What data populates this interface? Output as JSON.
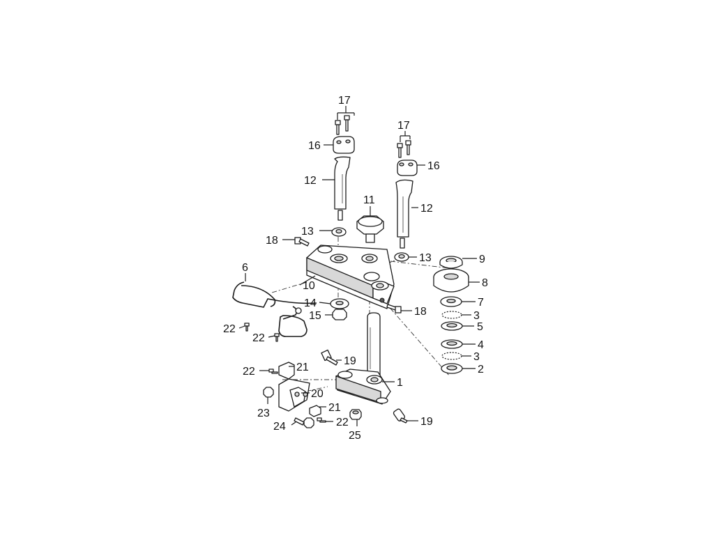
{
  "diagram": {
    "callouts": [
      {
        "id": "c17a",
        "label": "17"
      },
      {
        "id": "c17b",
        "label": "17"
      },
      {
        "id": "c16a",
        "label": "16"
      },
      {
        "id": "c16b",
        "label": "16"
      },
      {
        "id": "c12a",
        "label": "12"
      },
      {
        "id": "c12b",
        "label": "12"
      },
      {
        "id": "c11",
        "label": "11"
      },
      {
        "id": "c13a",
        "label": "13"
      },
      {
        "id": "c13b",
        "label": "13"
      },
      {
        "id": "c18a",
        "label": "18"
      },
      {
        "id": "c18b",
        "label": "18"
      },
      {
        "id": "c6",
        "label": "6"
      },
      {
        "id": "c10",
        "label": "10"
      },
      {
        "id": "c14",
        "label": "14"
      },
      {
        "id": "c15",
        "label": "15"
      },
      {
        "id": "c22a",
        "label": "22"
      },
      {
        "id": "c22b",
        "label": "22"
      },
      {
        "id": "c22c",
        "label": "22"
      },
      {
        "id": "c22d",
        "label": "22"
      },
      {
        "id": "c9",
        "label": "9"
      },
      {
        "id": "c8",
        "label": "8"
      },
      {
        "id": "c7",
        "label": "7"
      },
      {
        "id": "c3a",
        "label": "3"
      },
      {
        "id": "c5",
        "label": "5"
      },
      {
        "id": "c4",
        "label": "4"
      },
      {
        "id": "c3b",
        "label": "3"
      },
      {
        "id": "c2",
        "label": "2"
      },
      {
        "id": "c19a",
        "label": "19"
      },
      {
        "id": "c19b",
        "label": "19"
      },
      {
        "id": "c1",
        "label": "1"
      },
      {
        "id": "c21a",
        "label": "21"
      },
      {
        "id": "c21b",
        "label": "21"
      },
      {
        "id": "c20",
        "label": "20"
      },
      {
        "id": "c23",
        "label": "23"
      },
      {
        "id": "c24",
        "label": "24"
      },
      {
        "id": "c25",
        "label": "25"
      }
    ]
  }
}
